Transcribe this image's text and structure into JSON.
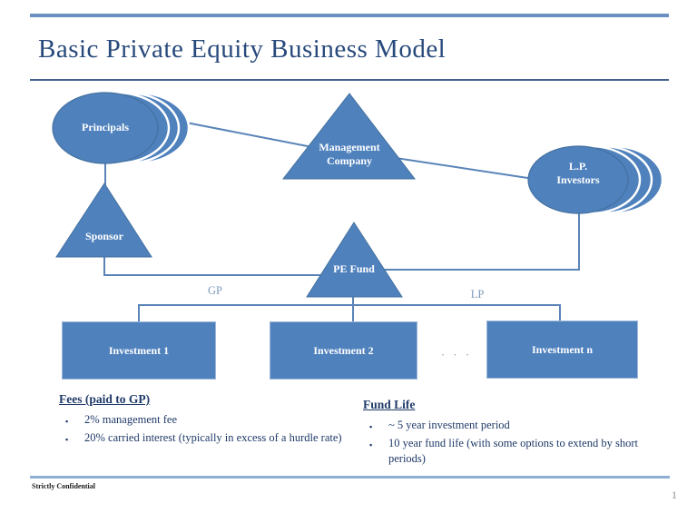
{
  "slide": {
    "title": "Basic Private Equity Business Model",
    "footer": "Strictly Confidential",
    "page_number": "1"
  },
  "diagram": {
    "principals_label": "Principals",
    "management_company_label": "Management Company",
    "lp_investors_label": "L.P. Investors",
    "sponsor_label": "Sponsor",
    "pe_fund_label": "PE Fund",
    "gp_edge_label": "GP",
    "lp_edge_label": "LP",
    "investments": [
      "Investment 1",
      "Investment 2",
      "Investment n"
    ],
    "ellipsis": "· · ·"
  },
  "fees": {
    "heading": "Fees (paid to GP)",
    "bullets": [
      "2% management fee",
      "20% carried interest (typically in excess of a hurdle rate)"
    ]
  },
  "fund_life": {
    "heading": "Fund Life",
    "bullets": [
      "~ 5 year investment period",
      "10 year fund life (with some options to extend by short periods)"
    ]
  },
  "colors": {
    "shape_fill": "#4f81bd",
    "connector": "#5a84b8",
    "title_text": "#27497b",
    "body_text": "#1f3a68",
    "top_rule": "#6a90c0",
    "footer_rule": "#8fafd4"
  }
}
